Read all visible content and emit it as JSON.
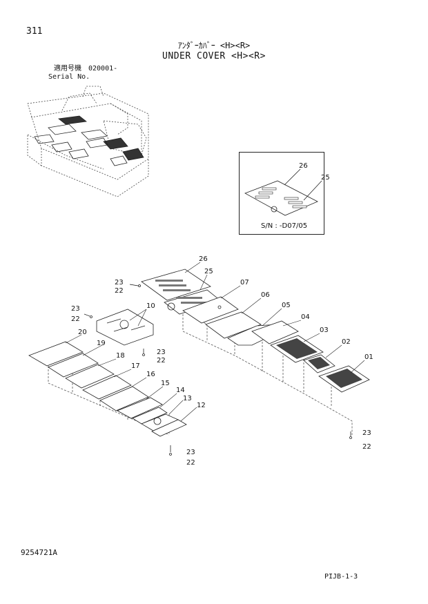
{
  "header": {
    "page_number": "311",
    "title_jp": "ｱﾝﾀﾞｰｶﾊﾞｰ <H><R>",
    "title_en": "UNDER COVER <H><R>",
    "serial_jp": "適用号機",
    "serial_en": "Serial No.",
    "serial_value": "020001-"
  },
  "inset": {
    "serial_note": "S/N : -D07/05",
    "callouts": [
      "26",
      "25"
    ]
  },
  "callouts": {
    "p26": "26",
    "p25": "25",
    "p07": "07",
    "p06": "06",
    "p05": "05",
    "p04": "04",
    "p03": "03",
    "p02": "02",
    "p01": "01",
    "p10": "10",
    "p20": "20",
    "p19": "19",
    "p18": "18",
    "p17": "17",
    "p16": "16",
    "p15": "15",
    "p14": "14",
    "p13": "13",
    "p12": "12",
    "bolt23_a": "23",
    "washer22_a": "22",
    "bolt23_b": "23",
    "washer22_b": "22",
    "bolt23_c": "23",
    "washer22_c": "22",
    "bolt23_d": "23",
    "washer22_d": "22",
    "bolt23_e": "23",
    "washer22_e": "22"
  },
  "footer": {
    "doc_number": "9254721A",
    "page_code": "PIJB-1-3"
  }
}
